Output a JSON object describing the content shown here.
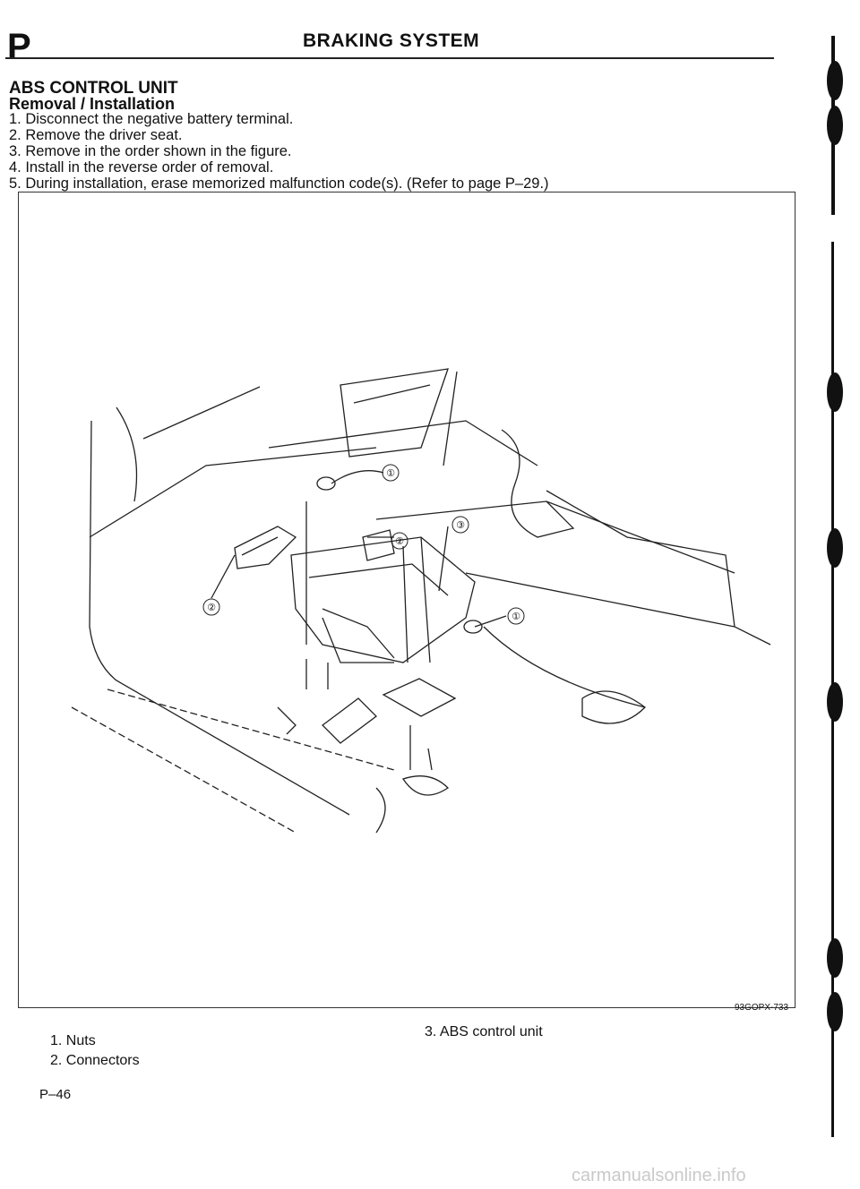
{
  "header": {
    "section_letter": "P",
    "title": "BRAKING SYSTEM"
  },
  "heading": {
    "main": "ABS CONTROL UNIT",
    "sub": "Removal / Installation"
  },
  "steps": [
    "1. Disconnect the negative battery terminal.",
    "2. Remove the driver seat.",
    "3. Remove in the order shown in the figure.",
    "4. Install in the reverse order of removal.",
    "5. During installation, erase memorized malfunction code(s). (Refer to page P–29.)"
  ],
  "figure": {
    "code": "93GOPX-733",
    "callouts": [
      "①",
      "②",
      "③",
      "①",
      "②"
    ]
  },
  "legend": {
    "left": [
      "1. Nuts",
      "2. Connectors"
    ],
    "right": "3. ABS control unit"
  },
  "footer": {
    "page_number": "P–46",
    "watermark": "carmanualsonline.info"
  }
}
